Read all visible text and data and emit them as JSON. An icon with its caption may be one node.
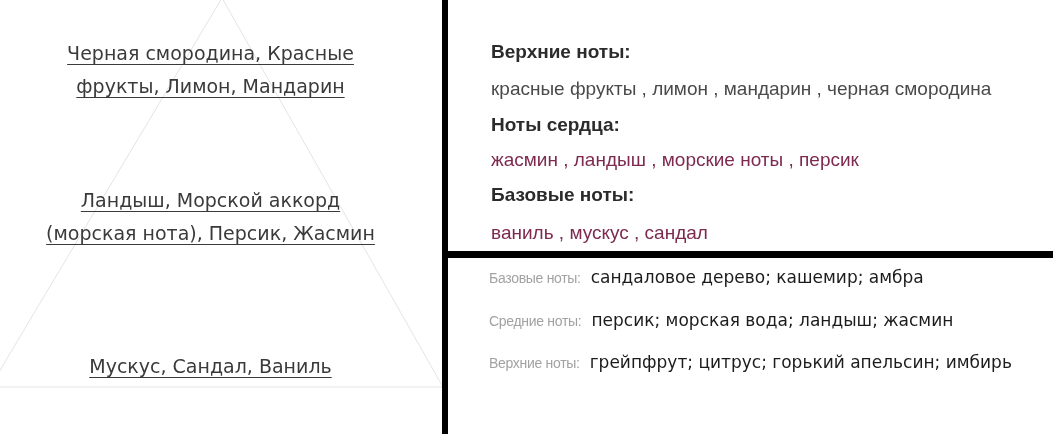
{
  "diagram": {
    "labels": [
      "Черная смородина, Красные фрукты, Лимон, Мандарин",
      "Ландыш, Морской аккорд (морская нота), Персик, Жасмин",
      "Мускус, Сандал, Ваниль",
      "Верхние ноты:",
      "красные фрукты , лимон , мандарин , черная смородина",
      "Ноты сердца:",
      "жасмин , ландыш , морские ноты , персик",
      "Базовые ноты:",
      "ваниль , мускус , сандал",
      "Базовые ноты:",
      "сандаловое дерево; кашемир; амбра",
      "Средние ноты:",
      "персик; морская вода; ландыш; жасмин",
      "Верхние ноты:",
      "грейпфрут; цитрус; горький апельсин; имбирь"
    ]
  }
}
